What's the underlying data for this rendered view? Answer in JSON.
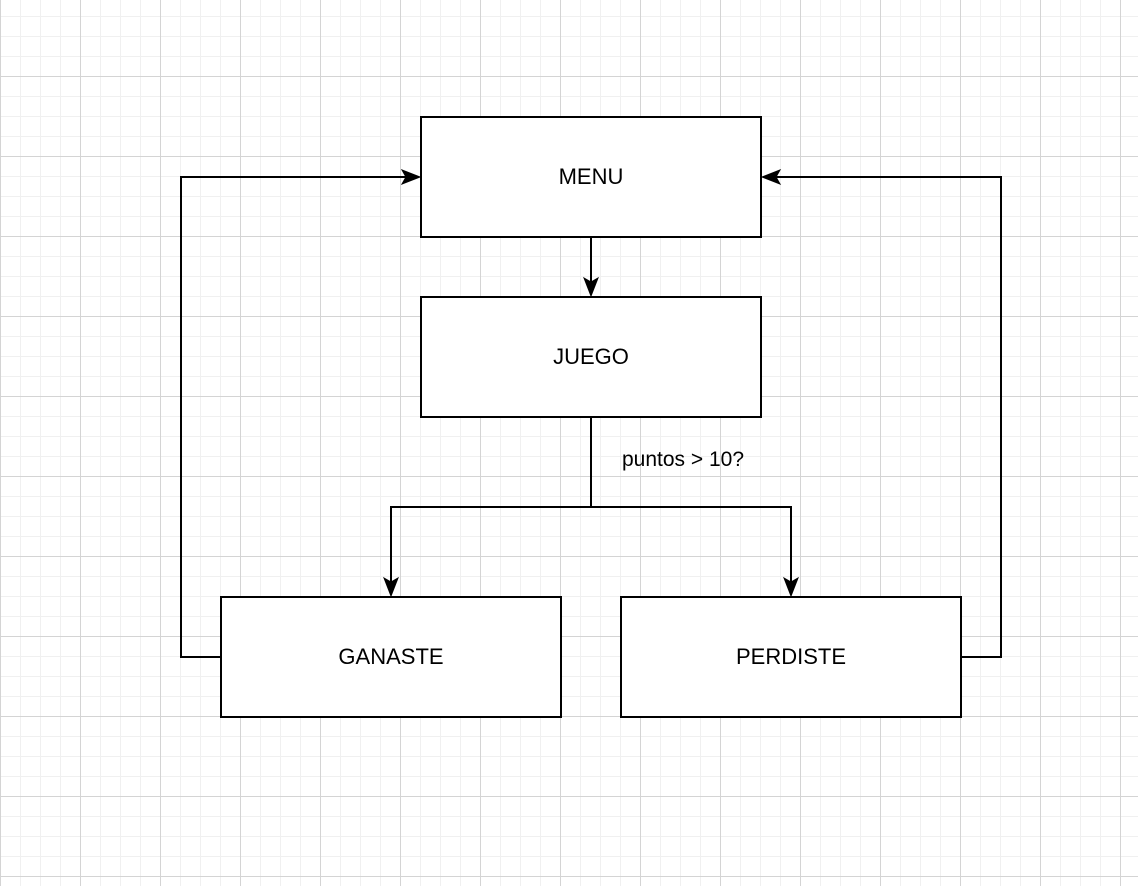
{
  "diagram": {
    "nodes": {
      "menu": {
        "label": "MENU"
      },
      "juego": {
        "label": "JUEGO"
      },
      "ganaste": {
        "label": "GANASTE"
      },
      "perdiste": {
        "label": "PERDISTE"
      }
    },
    "edges": {
      "menu_to_juego": {
        "from": "MENU",
        "to": "JUEGO"
      },
      "juego_to_ganaste": {
        "from": "JUEGO",
        "to": "GANASTE"
      },
      "juego_to_perdiste": {
        "from": "JUEGO",
        "to": "PERDISTE"
      },
      "ganaste_to_menu": {
        "from": "GANASTE",
        "to": "MENU"
      },
      "perdiste_to_menu": {
        "from": "PERDISTE",
        "to": "MENU"
      }
    },
    "condition_label": "puntos > 10?"
  }
}
